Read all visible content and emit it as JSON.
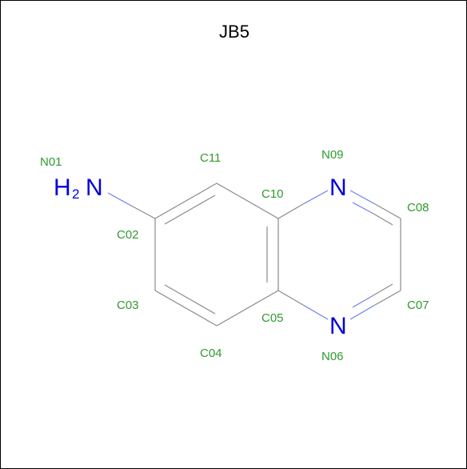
{
  "molecule": {
    "title": "JB5",
    "colors": {
      "bond": "#8a8a8a",
      "hetero_bond": "#6f7fe8",
      "label": "#2e9b2e",
      "hetero_atom": "#0000dd"
    },
    "atom_labels": {
      "N01": "N01",
      "C02": "C02",
      "C03": "C03",
      "C04": "C04",
      "C05": "C05",
      "N06": "N06",
      "C07": "C07",
      "C08": "C08",
      "N09": "N09",
      "C10": "C10",
      "C11": "C11"
    },
    "hetero_atoms": {
      "amine_H": "H",
      "amine_sub": "2",
      "amine_N": "N",
      "ring_N_top": "N",
      "ring_N_bottom": "N"
    }
  }
}
